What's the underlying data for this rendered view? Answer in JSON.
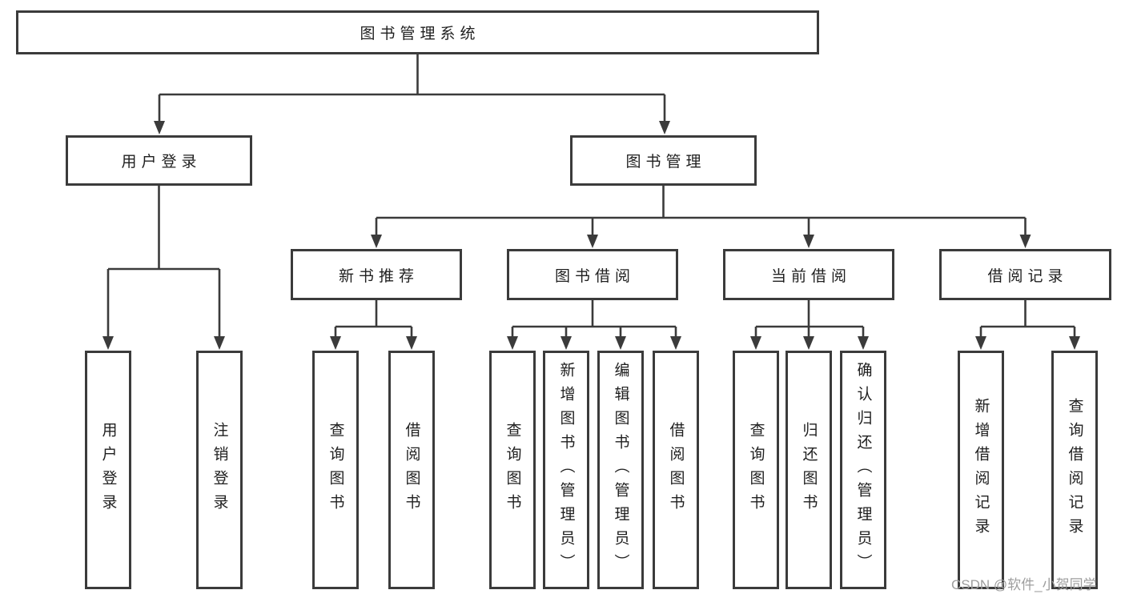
{
  "diagram": {
    "root": {
      "label": "图书管理系统"
    },
    "tree": [
      {
        "label": "用户登录",
        "children": [
          {
            "label": "用户登录"
          },
          {
            "label": "注销登录"
          }
        ]
      },
      {
        "label": "图书管理",
        "children": [
          {
            "label": "新书推荐",
            "children": [
              {
                "label": "查询图书"
              },
              {
                "label": "借阅图书"
              }
            ]
          },
          {
            "label": "图书借阅",
            "children": [
              {
                "label": "查询图书"
              },
              {
                "label": "新增图书（管理员）"
              },
              {
                "label": "编辑图书（管理员）"
              },
              {
                "label": "借阅图书"
              }
            ]
          },
          {
            "label": "当前借阅",
            "children": [
              {
                "label": "查询图书"
              },
              {
                "label": "归还图书"
              },
              {
                "label": "确认归还（管理员）"
              }
            ]
          },
          {
            "label": "借阅记录",
            "children": [
              {
                "label": "新增借阅记录"
              },
              {
                "label": "查询借阅记录"
              }
            ]
          }
        ]
      }
    ],
    "watermark": {
      "text": "CSDN @软件_小贺同学"
    },
    "colors": {
      "line": "#3b3b3b",
      "text": "#1f1f1f",
      "watermark": "#9e9e9e",
      "background": "#ffffff"
    }
  }
}
